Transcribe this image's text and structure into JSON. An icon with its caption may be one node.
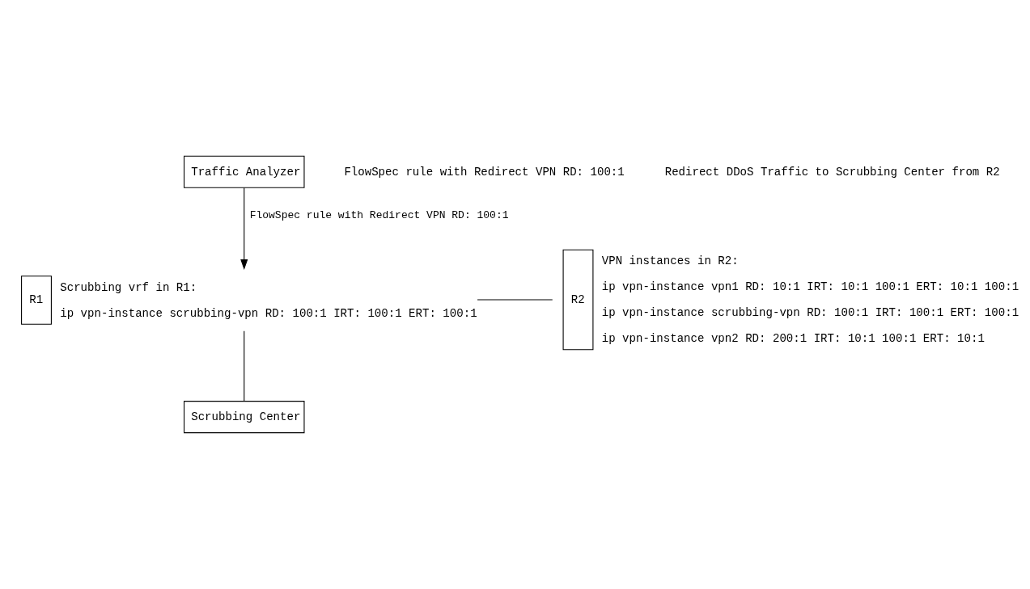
{
  "diagram": {
    "nodes": [
      {
        "text": [
          "Traffic Analyzer"
        ]
      },
      {
        "text": [
          "R1"
        ],
        "beside": [
          "Scrubbing vrf in R1:",
          "ip vpn-instance scrubbing-vpn RD: 100:1 IRT: 100:1 ERT: 100:1"
        ]
      },
      {
        "text": [
          "R2"
        ],
        "beside": [
          "VPN instances in R2:",
          "ip vpn-instance vpn1 RD: 10:1 IRT: 10:1 100:1 ERT: 10:1 100:1",
          "ip vpn-instance scrubbing-vpn RD: 100:1 IRT: 100:1 ERT: 100:1",
          "ip vpn-instance vpn2 RD: 200:1 IRT: 10:1 100:1 ERT: 10:1"
        ]
      },
      {
        "text": [
          "Scrubbing Center"
        ]
      }
    ],
    "edges": [
      {
        "from": 0,
        "to": 1,
        "arrow": "to",
        "label": "FlowSpec rule with Redirect VPN RD: 100:1"
      },
      {
        "from": 1,
        "to": 2,
        "arrow": "none"
      },
      {
        "from": 1,
        "to": 3,
        "arrow": "none"
      }
    ],
    "labels": [
      "FlowSpec rule with Redirect VPN RD: 100:1",
      "Redirect DDoS Traffic to Scrubbing Center from R2"
    ]
  }
}
